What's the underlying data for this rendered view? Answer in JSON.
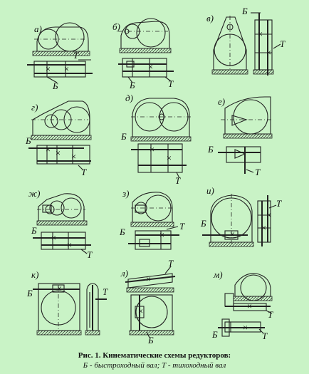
{
  "figure": {
    "caption_title": "Рис. 1. Кинематические схемы редукторов:",
    "caption_legend": "Б - быстроходный вал; Т - тихоходный вал"
  },
  "panels": [
    {
      "id": "a",
      "letter": "а)",
      "shaft_fast": "Б",
      "shaft_slow": "Т"
    },
    {
      "id": "b",
      "letter": "б)",
      "shaft_fast": "Б",
      "shaft_slow": "Т"
    },
    {
      "id": "v",
      "letter": "в)",
      "shaft_fast": "Б",
      "shaft_slow": "Т"
    },
    {
      "id": "g",
      "letter": "г)",
      "shaft_fast": "Б",
      "shaft_slow": "Т"
    },
    {
      "id": "d",
      "letter": "д)",
      "shaft_fast": "Б",
      "shaft_slow": "Т"
    },
    {
      "id": "e",
      "letter": "е)",
      "shaft_fast": "Б",
      "shaft_slow": "Т"
    },
    {
      "id": "zh",
      "letter": "ж)",
      "shaft_fast": "Б",
      "shaft_slow": "Т"
    },
    {
      "id": "z",
      "letter": "з)",
      "shaft_fast": "Б",
      "shaft_slow": "Т"
    },
    {
      "id": "i",
      "letter": "и)",
      "shaft_fast": "Б",
      "shaft_slow": "Т"
    },
    {
      "id": "k",
      "letter": "к)",
      "shaft_fast": "Б",
      "shaft_slow": "Т"
    },
    {
      "id": "l",
      "letter": "л)",
      "shaft_fast": "Б",
      "shaft_slow": "Т"
    },
    {
      "id": "m",
      "letter": "м)",
      "shaft_fast": "Б",
      "shaft_slow": "Т"
    }
  ]
}
